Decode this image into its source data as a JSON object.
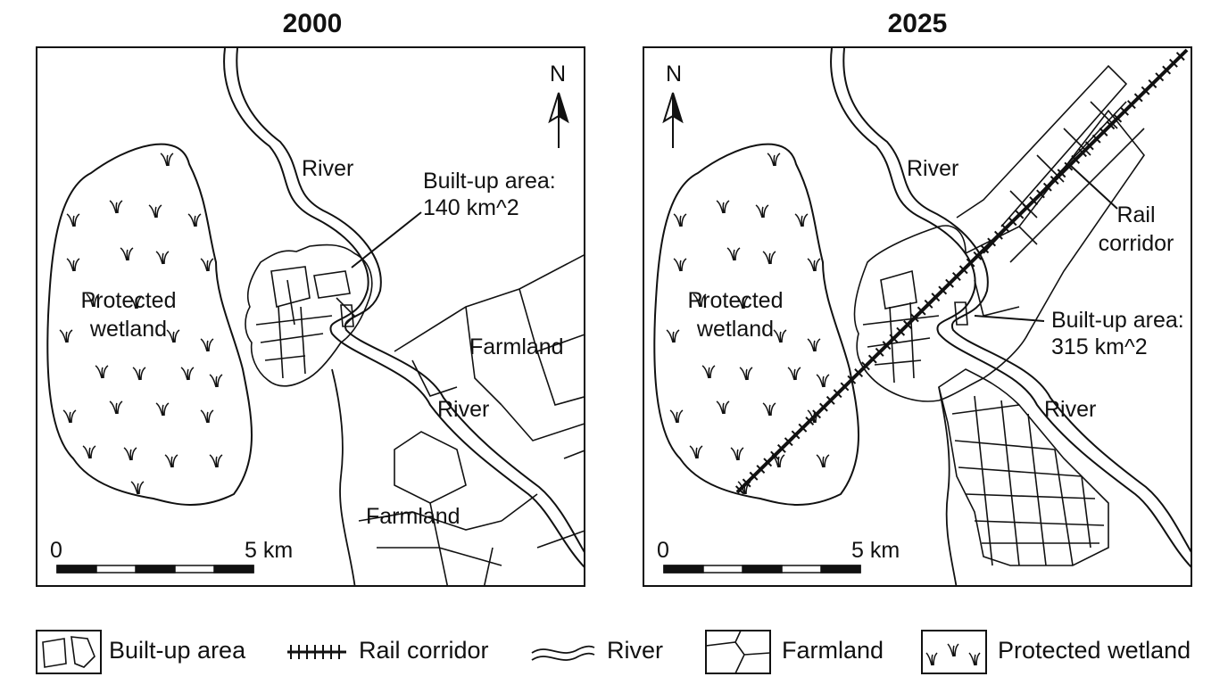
{
  "maps": {
    "left": {
      "year": "2000",
      "labels": {
        "river_top": "River",
        "river_mid": "River",
        "builtup_line1": "Built-up area:",
        "builtup_line2": "140 km^2",
        "wetland_line1": "Protected",
        "wetland_line2": "wetland",
        "farmland_1": "Farmland",
        "farmland_2": "Farmland",
        "north": "N",
        "scale_start": "0",
        "scale_end": "5 km"
      }
    },
    "right": {
      "year": "2025",
      "labels": {
        "river_top": "River",
        "river_mid": "River",
        "builtup_line1": "Built-up area:",
        "builtup_line2": "315 km^2",
        "wetland_line1": "Protected",
        "wetland_line2": "wetland",
        "rail_line1": "Rail",
        "rail_line2": "corridor",
        "north": "N",
        "scale_start": "0",
        "scale_end": "5 km"
      }
    }
  },
  "legend": {
    "builtup": "Built-up area",
    "rail": "Rail corridor",
    "river": "River",
    "farmland": "Farmland",
    "wetland": "Protected wetland"
  }
}
